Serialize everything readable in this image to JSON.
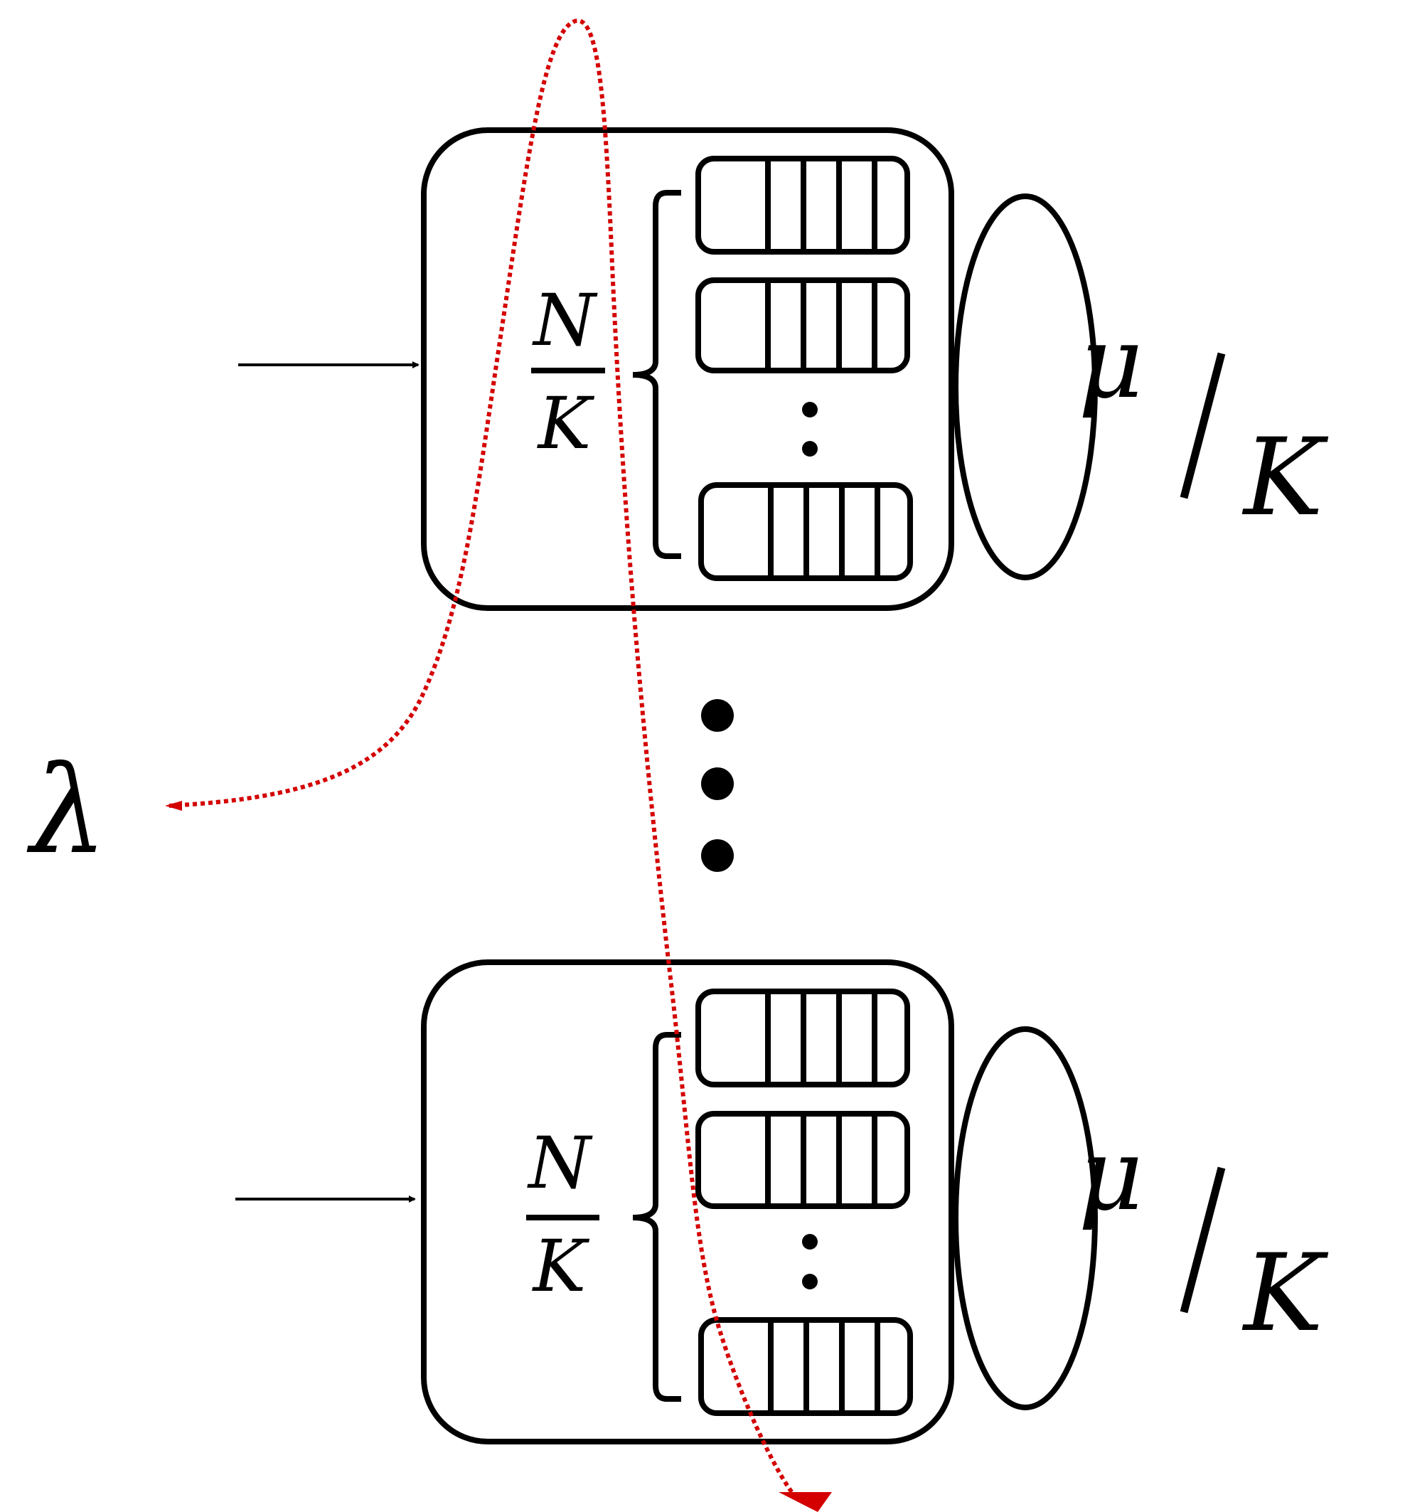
{
  "colors": {
    "line": "#000000",
    "routing_path": "#d40000",
    "background": "#ffffff"
  },
  "arrival_rate": {
    "symbol": "λ"
  },
  "groups": [
    {
      "fraction": {
        "numerator": "N",
        "denominator": "K"
      },
      "service_rate": {
        "numerator": "μ",
        "slash": "/",
        "denominator": "K"
      },
      "queue_icons": [
        "queue-buffer-icon",
        "queue-buffer-icon",
        "vertical-ellipsis-icon",
        "queue-buffer-icon"
      ]
    },
    {
      "fraction": {
        "numerator": "N",
        "denominator": "K"
      },
      "service_rate": {
        "numerator": "μ",
        "slash": "/",
        "denominator": "K"
      },
      "queue_icons": [
        "queue-buffer-icon",
        "queue-buffer-icon",
        "vertical-ellipsis-icon",
        "queue-buffer-icon"
      ]
    }
  ],
  "between_groups": {
    "icon": "vertical-ellipsis-icon"
  }
}
